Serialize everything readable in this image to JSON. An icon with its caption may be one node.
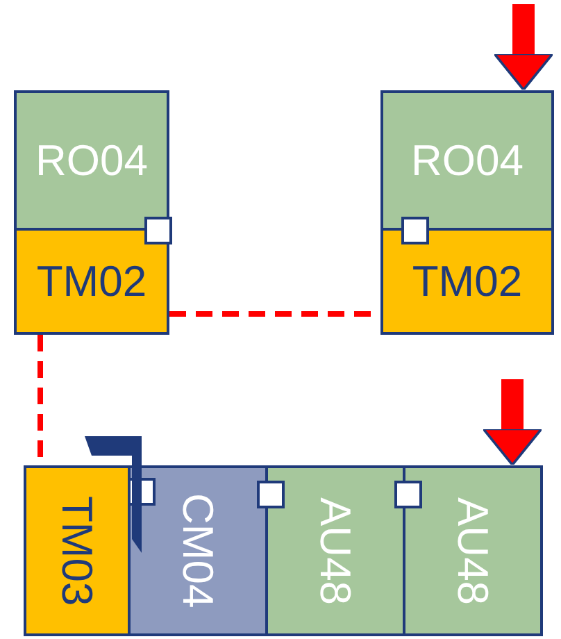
{
  "diagram": {
    "nodes": [
      {
        "text": [
          "RO04"
        ]
      },
      {
        "text": [
          "TM02"
        ]
      },
      {
        "text": [
          "RO04"
        ]
      },
      {
        "text": [
          "TM02"
        ]
      },
      {
        "text": [
          "TM03"
        ]
      },
      {
        "text": [
          "CM04"
        ]
      },
      {
        "text": [
          "AU48"
        ]
      },
      {
        "text": [
          "AU48"
        ]
      }
    ],
    "edges": [
      {
        "from": 1,
        "to": 3,
        "arrow": "none",
        "style": "dashed",
        "color": "#ff0000"
      },
      {
        "from": 1,
        "to": 4,
        "arrow": "none",
        "style": "dashed",
        "color": "#ff0000"
      },
      {
        "from": null,
        "to": 2,
        "arrow": "to",
        "style": "thick",
        "color": "#ff0000"
      },
      {
        "from": null,
        "to": 7,
        "arrow": "to",
        "style": "thick",
        "color": "#ff0000"
      }
    ]
  }
}
